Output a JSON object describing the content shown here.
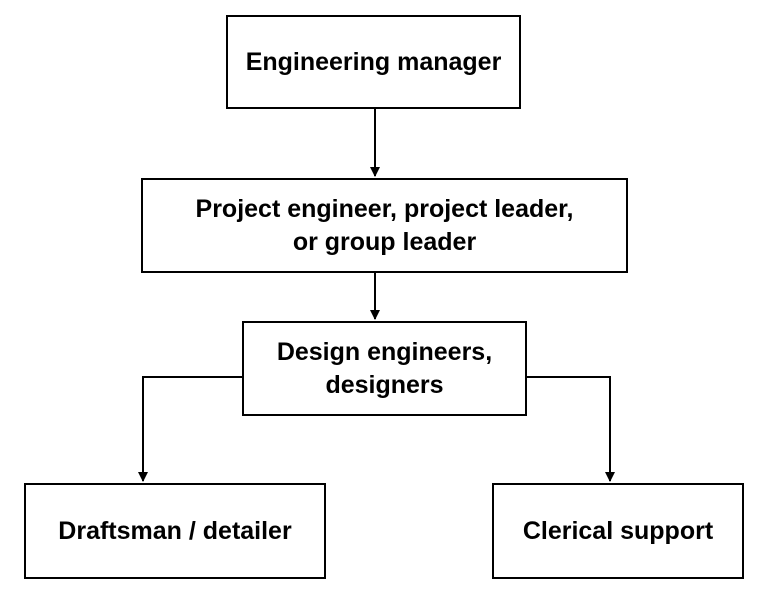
{
  "colors": {
    "border": "#000000",
    "text": "#000000",
    "background": "#ffffff"
  },
  "nodes": {
    "manager": {
      "lines": [
        "Engineering manager"
      ]
    },
    "project": {
      "lines": [
        "Project engineer, project leader,",
        "or group leader"
      ]
    },
    "design": {
      "lines": [
        "Design engineers,",
        "designers"
      ]
    },
    "draftsman": {
      "lines": [
        "Draftsman / detailer"
      ]
    },
    "clerical": {
      "lines": [
        "Clerical support"
      ]
    }
  },
  "edges": [
    {
      "from": "Engineering manager",
      "to": "Project engineer, project leader, or group leader"
    },
    {
      "from": "Project engineer, project leader, or group leader",
      "to": "Design engineers, designers"
    },
    {
      "from": "Design engineers, designers",
      "to": "Draftsman / detailer"
    },
    {
      "from": "Design engineers, designers",
      "to": "Clerical support"
    }
  ]
}
